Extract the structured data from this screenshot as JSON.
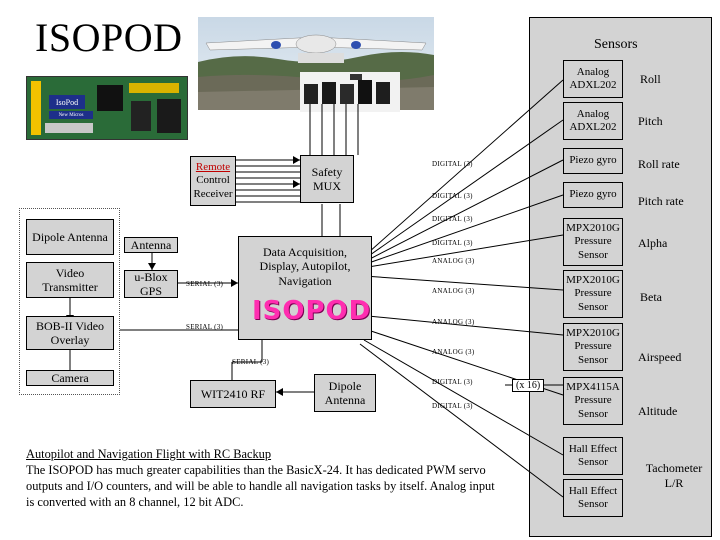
{
  "title": "ISOPOD",
  "sensors": {
    "heading": "Sensors",
    "items": [
      {
        "sensor": "Analog ADXL202",
        "measure": "Roll"
      },
      {
        "sensor": "Analog ADXL202",
        "measure": "Pitch"
      },
      {
        "sensor": "Piezo gyro",
        "measure": "Roll rate"
      },
      {
        "sensor": "Piezo gyro",
        "measure": "Pitch rate"
      },
      {
        "sensor": "MPX2010G Pressure Sensor",
        "measure": "Alpha"
      },
      {
        "sensor": "MPX2010G Pressure Sensor",
        "measure": "Beta"
      },
      {
        "sensor": "MPX2010G Pressure Sensor",
        "measure": "Airspeed"
      },
      {
        "sensor": "MPX4115A Pressure Sensor",
        "measure": "Altitude"
      },
      {
        "sensor": "Hall Effect Sensor",
        "measure": "Tachometer L/R"
      },
      {
        "sensor": "Hall Effect Sensor",
        "measure": ""
      }
    ]
  },
  "blocks": {
    "rc_receiver": {
      "line1": "Remote",
      "line2": "Control",
      "line3": "Receiver"
    },
    "safety_mux": "Safety MUX",
    "dipole_antenna": "Dipole Antenna",
    "video_tx": "Video Transmitter",
    "bob": "BOB-II Video Overlay",
    "camera": "Camera",
    "antenna": "Antenna",
    "gps": "u-Blox GPS",
    "daq": "Data Acquisition, Display, Autopilot, Navigation",
    "wit": "WIT2410 RF",
    "dipole2": "Dipole Antenna",
    "isopod_logo": "ISOPOD",
    "board_label": "IsoPod",
    "board_sub": "New Micros"
  },
  "signals": {
    "d1": "DIGITAL (3)",
    "d2": "DIGITAL (3)",
    "d3": "DIGITAL (3)",
    "d4": "DIGITAL (3)",
    "a1": "ANALOG (3)",
    "a2": "ANALOG (3)",
    "a3": "ANALOG (3)",
    "a4": "ANALOG (3)",
    "d5": "DIGITAL (3)",
    "d6": "DIGITAL (3)",
    "s1": "SERIAL (3)",
    "s2": "SERIAL (3)",
    "s3": "SERIAL (3)",
    "x16": "(x 16)"
  },
  "caption": {
    "heading": "Autopilot and Navigation Flight with RC Backup",
    "body": "The ISOPOD has much greater capabilities than the BasicX-24. It has dedicated PWM servo outputs and I/O counters, and will be able to handle all navigation tasks by itself. Analog input is converted with an 8 channel, 12 bit ADC."
  }
}
